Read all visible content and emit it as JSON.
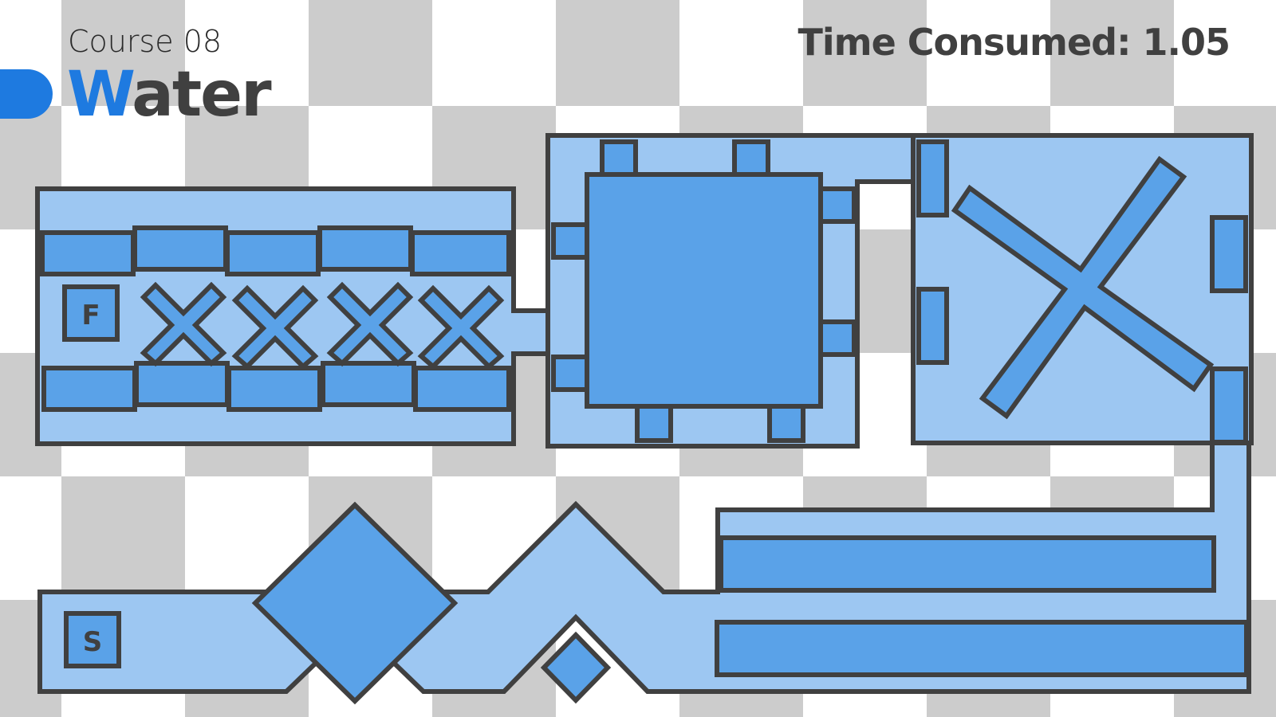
{
  "hud": {
    "course_label": "Course 08",
    "level_name_first": "W",
    "level_name_rest": "ater",
    "time_label": "Time Consumed: 1.05"
  },
  "tiles": {
    "finish": "F",
    "start": "S"
  },
  "colors": {
    "accent": "#1e7ae0",
    "wall": "#404040",
    "path_fill": "#9dc7f2",
    "obstacle_fill": "#5aa2e8",
    "checker_gray": "#cccccc",
    "checker_white": "#ffffff"
  }
}
